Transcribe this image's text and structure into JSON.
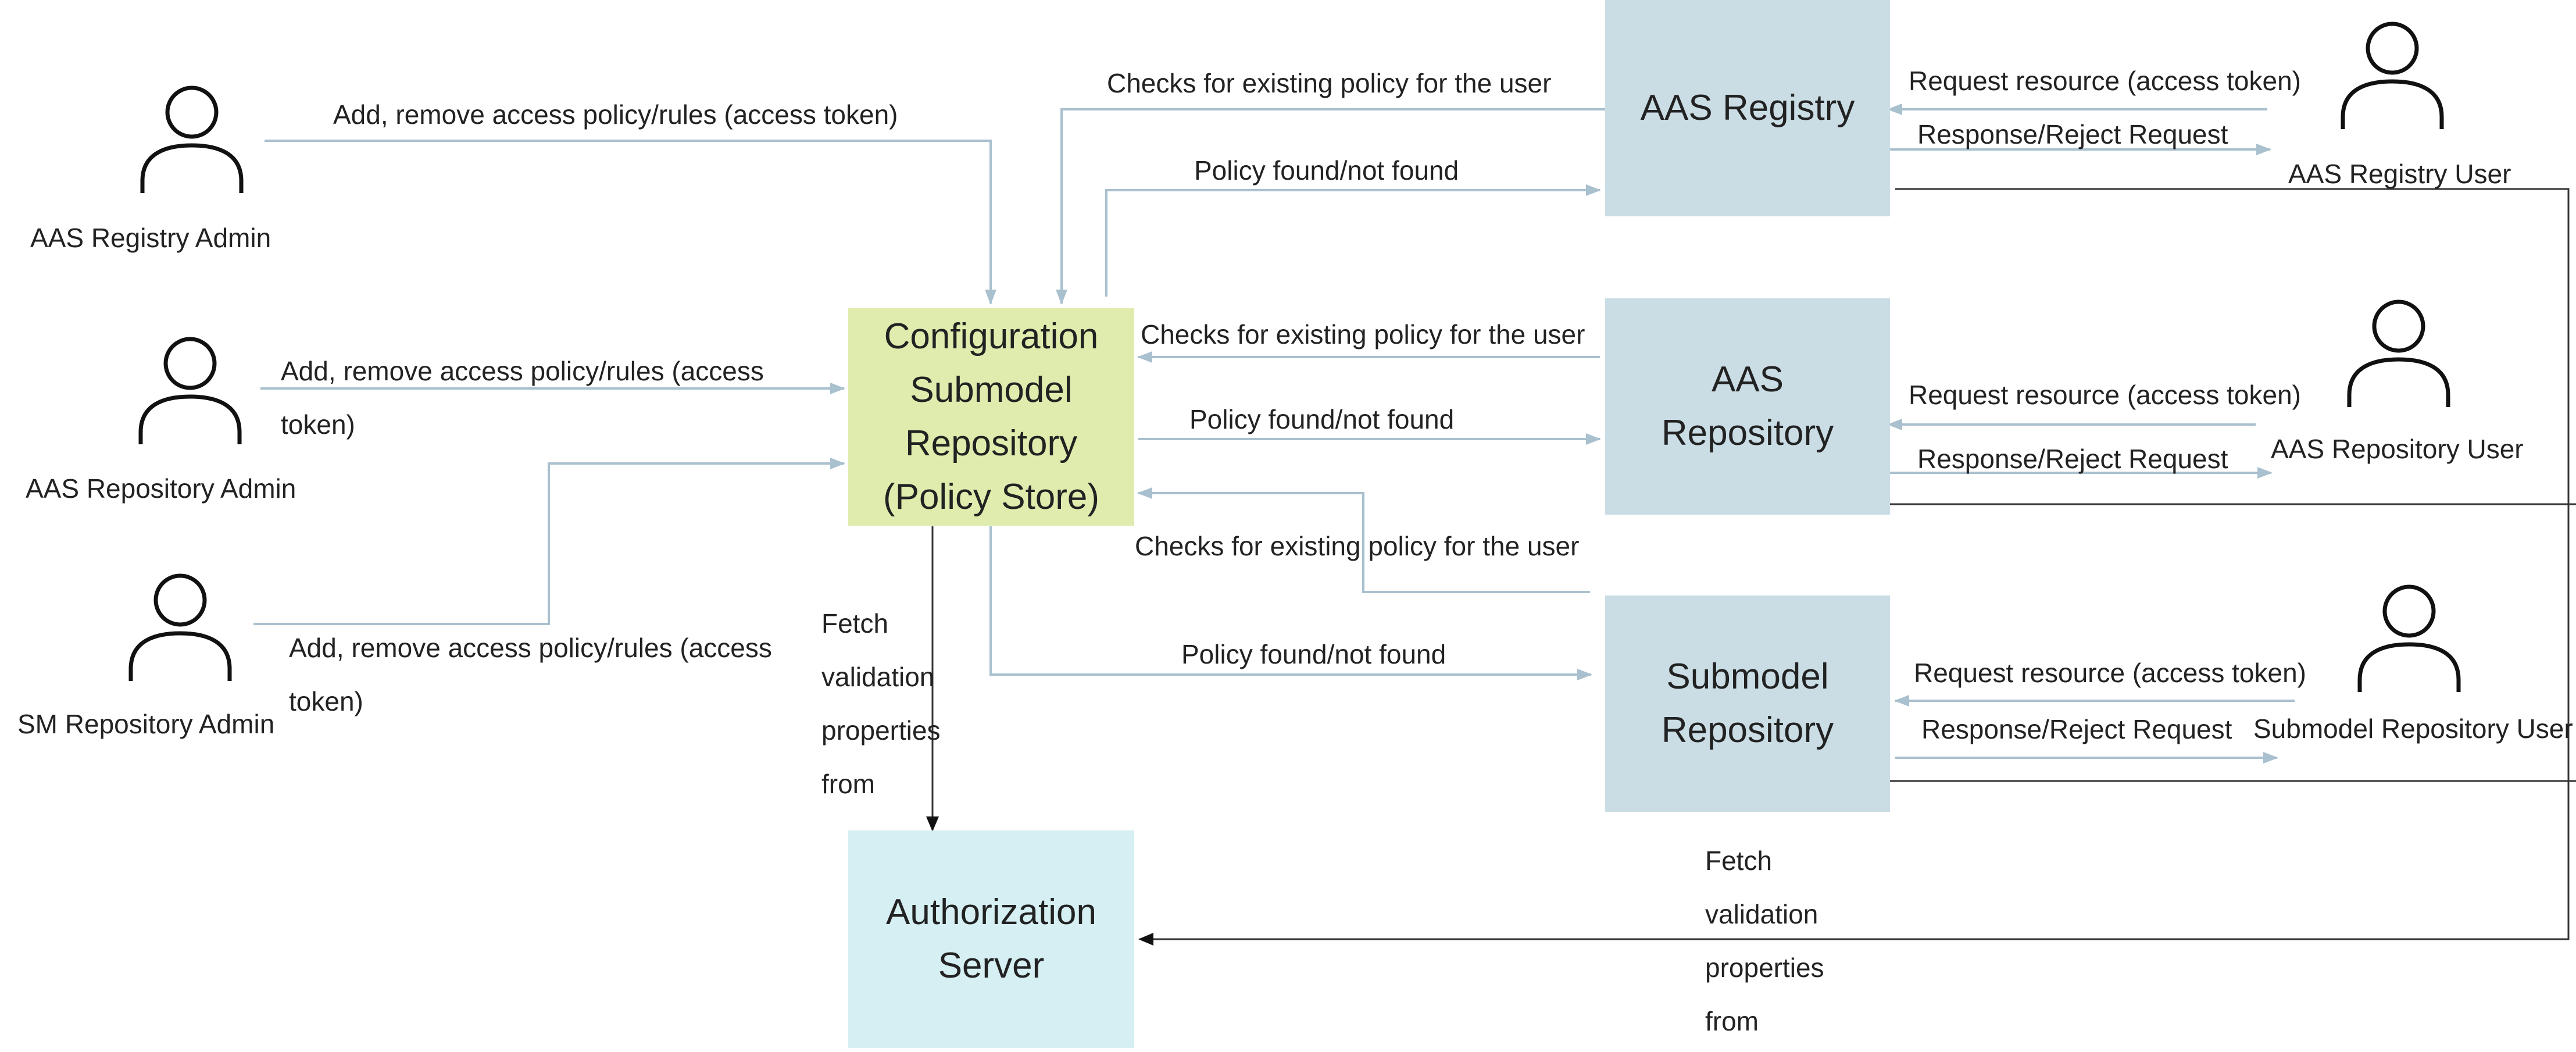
{
  "boxes": {
    "policy_store": "Configuration Submodel Repository (Policy Store)",
    "auth_server": "Authorization Server",
    "aas_registry": "AAS Registry",
    "aas_repository": "AAS Repository",
    "sm_repository": "Submodel Repository"
  },
  "actors": {
    "aas_registry_admin": "AAS Registry Admin",
    "aas_repository_admin": "AAS Repository Admin",
    "sm_repository_admin": "SM Repository Admin",
    "aas_registry_user": "AAS Registry User",
    "aas_repository_user": "AAS Repository User",
    "sm_repository_user": "Submodel Repository User"
  },
  "edges": {
    "registry_admin_add": "Add, remove access policy/rules (access token)",
    "repository_admin_add": "Add, remove access policy/rules (access token)",
    "sm_admin_add": "Add, remove access policy/rules (access token)",
    "registry_check": "Checks for existing policy for the user",
    "registry_found": "Policy found/not found",
    "repository_check": "Checks for existing policy for the user",
    "repository_found": "Policy found/not found",
    "sm_check": "Checks for existing policy for the user",
    "sm_found": "Policy found/not found",
    "fetch_left": "Fetch validation properties from",
    "fetch_right": "Fetch validation properties from",
    "registry_request": "Request resource (access token)",
    "registry_response": "Response/Reject Request",
    "repository_request": "Request resource (access token)",
    "repository_response": "Response/Reject Request",
    "sm_request": "Request resource (access token)",
    "sm_response": "Response/Reject Request"
  },
  "colors": {
    "policy_store_fill": "#dfecae",
    "auth_server_fill": "#d5eff3",
    "service_fill": "#cadde5",
    "connector": "#a9c0ce",
    "dark_line": "#333333"
  }
}
